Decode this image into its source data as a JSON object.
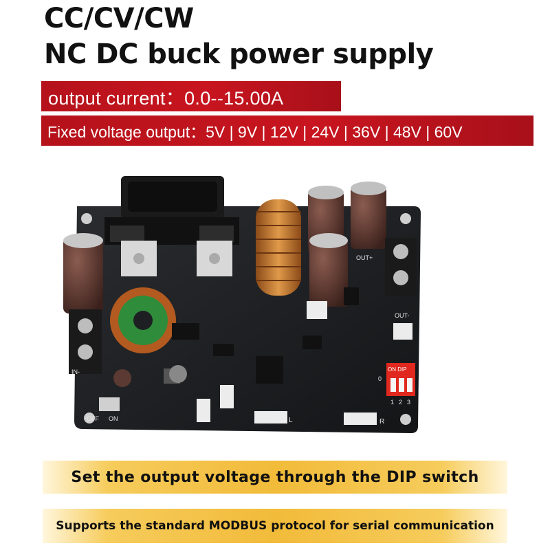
{
  "title": {
    "line1": "CC/CV/CW",
    "line2": "NC DC buck power supply"
  },
  "bands": {
    "current": "output current：0.0--15.00A",
    "voltage": "Fixed voltage output：5V | 9V | 12V | 24V | 36V | 48V | 60V"
  },
  "board": {
    "labels": {
      "out_plus": "OUT+",
      "out_minus": "OUT-",
      "in_minus": "IN-",
      "on_dip": "ON DIP",
      "dip_digits": [
        "1",
        "2",
        "3"
      ],
      "off": "OFF",
      "on": "ON",
      "port_l": "L",
      "port_r": "R",
      "zero": "0"
    }
  },
  "footer": {
    "dip_line": "Set the output voltage through the DIP switch",
    "modbus_line": "Supports the standard MODBUS protocol for serial communication"
  },
  "colors": {
    "red_band": "#c8151f",
    "gold_band": "#f2bb3a",
    "pcb": "#1d1f22",
    "copper": "#c8742e"
  }
}
